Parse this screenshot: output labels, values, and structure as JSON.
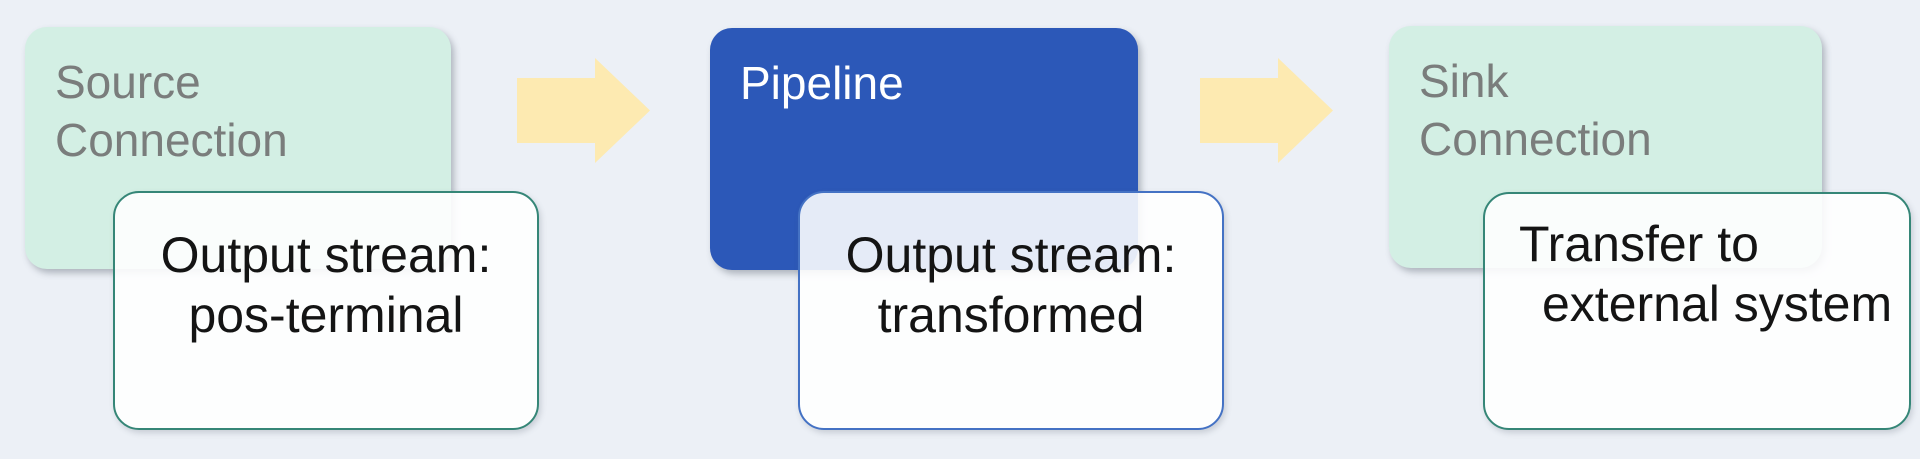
{
  "diagram": {
    "stages": [
      {
        "title_lines": [
          "Source",
          "Connection"
        ],
        "card_lines": [
          "Output stream:",
          "pos-terminal"
        ]
      },
      {
        "title_lines": [
          "Pipeline"
        ],
        "card_lines": [
          "Output stream:",
          "transformed"
        ]
      },
      {
        "title_lines": [
          "Sink",
          "Connection"
        ],
        "card_lines": [
          "Transfer to",
          "external system"
        ]
      }
    ],
    "colors": {
      "background": "#ecf0f6",
      "stage_mint": "#d3efe4",
      "stage_blue": "#2c58b8",
      "arrow_yellow": "#fdeab1",
      "card_fill": "#ffffff",
      "card_border_teal": "#358677",
      "card_border_blue": "#4472c4",
      "title_gray": "#7a7d7c",
      "title_white": "#ffffff",
      "card_text": "#141414"
    }
  }
}
